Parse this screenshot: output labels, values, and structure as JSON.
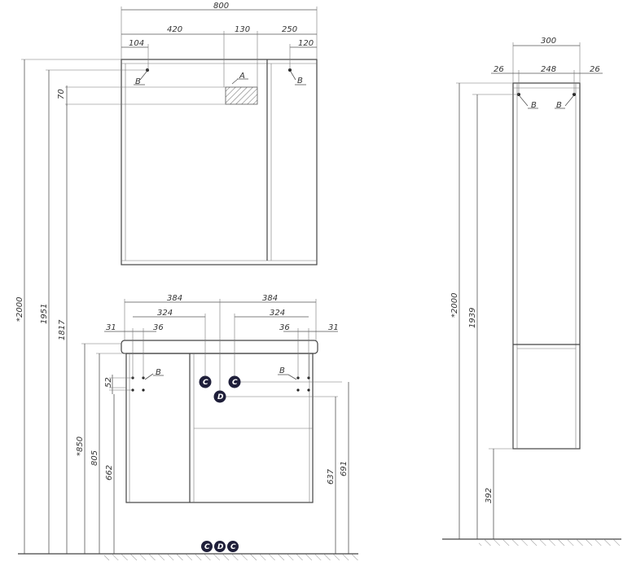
{
  "mirror_cabinet": {
    "width_total": "800",
    "offset_left": "420",
    "offset_mid": "130",
    "offset_right": "250",
    "mount_left": "104",
    "mount_right": "120",
    "hatch_height": "70",
    "label_a": "A",
    "label_b_left": "B",
    "label_b_right": "B"
  },
  "vanity": {
    "half_left": "384",
    "half_right": "384",
    "inner_left": "324",
    "inner_right": "324",
    "edge_left": "31",
    "edge_right": "31",
    "spacing_left": "36",
    "spacing_right": "36",
    "hole_gap": "52",
    "label_b_left": "B",
    "label_b_right": "B",
    "label_c1": "C",
    "label_c2": "C",
    "label_d": "D"
  },
  "heights": {
    "h2000": "*2000",
    "h1951": "1951",
    "h1817": "1817",
    "h850": "*850",
    "h805": "805",
    "h662": "662",
    "h637": "637",
    "h691": "691"
  },
  "floor_markers": [
    "C",
    "D",
    "C"
  ],
  "side_column": {
    "width_total": "300",
    "side_left": "26",
    "inner": "248",
    "side_right": "26",
    "h2000": "*2000",
    "h1939": "1939",
    "h392": "392",
    "label_b_left": "B",
    "label_b_right": "B"
  },
  "colors": {
    "line": "#444444",
    "marker_fill": "#1f1f3a"
  }
}
